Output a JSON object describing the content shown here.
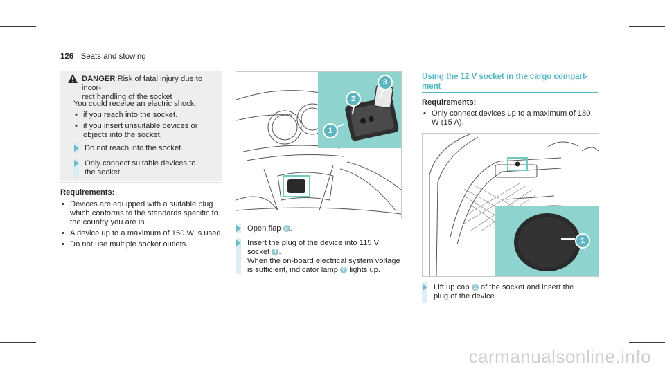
{
  "header": {
    "page_number": "126",
    "section": "Seats and stowing"
  },
  "danger": {
    "title": "DANGER",
    "lead": "Risk of fatal injury due to incor-\nrect handling of the socket",
    "intro": "You could receive an electric shock:",
    "bullets": [
      "if you reach into the socket.",
      "if you insert unsuitable devices or objects into the socket."
    ],
    "steps": [
      "Do not reach into the socket.",
      "Only connect suitable devices to the socket."
    ]
  },
  "left_requirements": {
    "heading": "Requirements:",
    "items": [
      "Devices are equipped with a suitable plug which conforms to the standards specific to the country you are in.",
      "A device up to a maximum of 150 W is used.",
      "Do not use multiple socket outlets."
    ]
  },
  "middle": {
    "figure_callouts": [
      "1",
      "2",
      "3"
    ],
    "step1": {
      "text": "Open flap",
      "ref": "3",
      "end": "."
    },
    "step2": {
      "a": "Insert the plug of the device into 115 V",
      "b": "socket",
      "ref1": "1",
      "c": "When the on-board electrical system voltage",
      "d": "is sufficient, indicator lamp",
      "ref2": "2",
      "e": "lights up."
    }
  },
  "right": {
    "heading": "Using the 12 V socket in the cargo compart-\nment",
    "req_heading": "Requirements:",
    "req_items": [
      "Only connect devices up to a maximum of 180 W (15 A)."
    ],
    "figure_callouts": [
      "1"
    ],
    "step": {
      "a": "Lift up cap",
      "ref": "1",
      "b": "of the socket and insert the",
      "c": "plug of the device."
    }
  },
  "colors": {
    "accent": "#4db6c2",
    "panel": "#eeeeee",
    "figure_highlight": "#8fd3cf"
  },
  "watermark": "carmanualsonline.info"
}
